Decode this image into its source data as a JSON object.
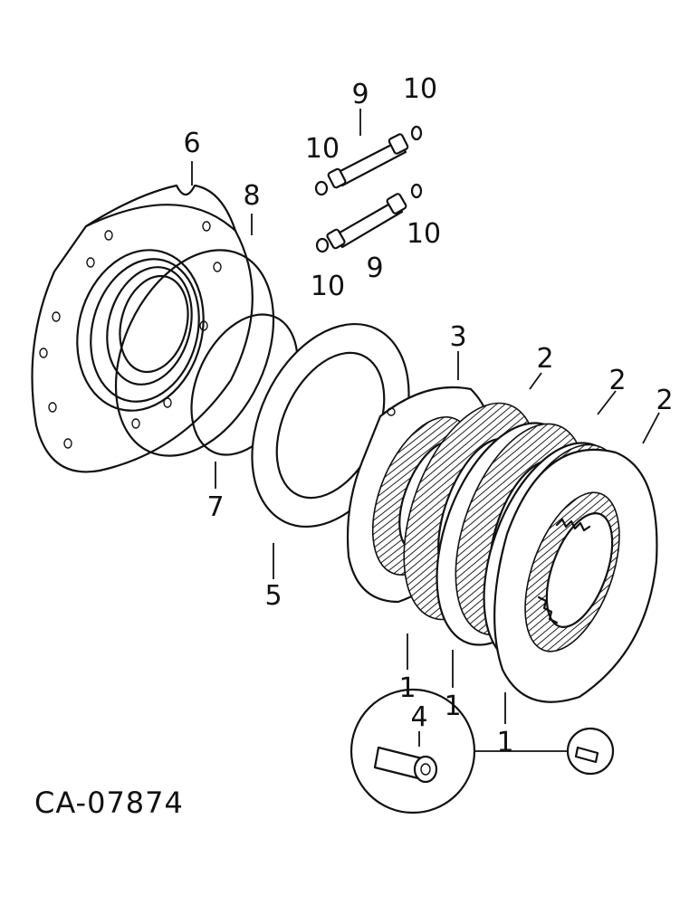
{
  "figure_code": "CA-07874",
  "callouts": {
    "c1a": "1",
    "c1b": "1",
    "c1c": "1",
    "c2a": "2",
    "c2b": "2",
    "c2c": "2",
    "c3": "3",
    "c4": "4",
    "c5": "5",
    "c6": "6",
    "c7": "7",
    "c8": "8",
    "c9a": "9",
    "c9b": "9",
    "c10a": "10",
    "c10b": "10",
    "c10c": "10",
    "c10d": "10"
  }
}
